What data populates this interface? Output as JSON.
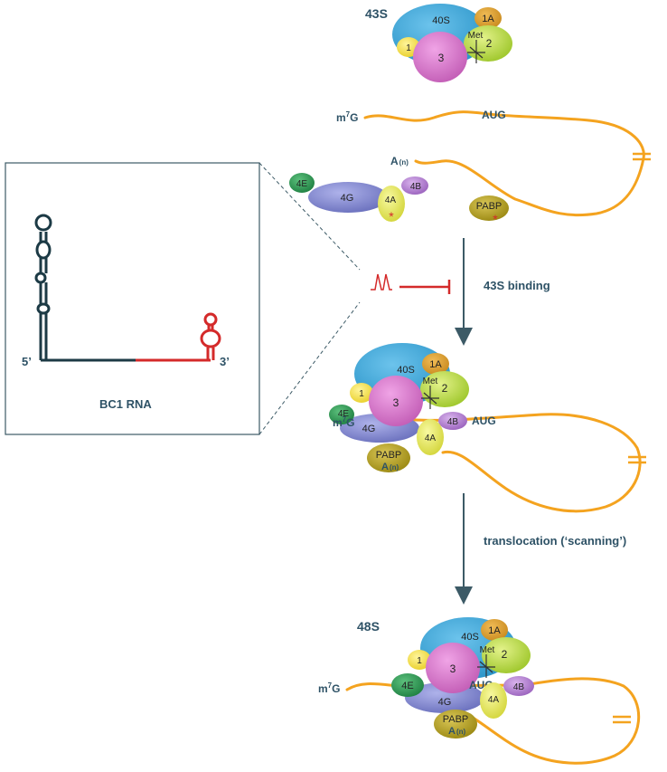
{
  "labels": {
    "stage_43s": "43S",
    "stage_48s": "48S",
    "bc1_rna": "BC1 RNA",
    "five_prime": "5’",
    "three_prime": "3’",
    "cap": "m",
    "cap_sup": "7",
    "cap_g": "G",
    "aug": "AUG",
    "poly_a": "A",
    "poly_a_n": "(n)",
    "met": "Met",
    "step_binding": "43S binding",
    "step_scanning": "translocation (‘scanning’)"
  },
  "factors": {
    "f40s": "40S",
    "f1a": "1A",
    "f1": "1",
    "f2": "2",
    "f3": "3",
    "f4e": "4E",
    "f4g": "4G",
    "f4a": "4A",
    "f4b": "4B",
    "pabp": "PABP"
  },
  "colors": {
    "mrna": "#f4a31f",
    "f40s": "#3aa7d8",
    "f3": "#d66fc8",
    "f1a": "#d99a2a",
    "f2": "#b5d93a",
    "f1": "#f5e14a",
    "f4e": "#2f9a55",
    "f4g": "#7d82cc",
    "f4a": "#e8ea55",
    "f4b": "#b07bd0",
    "pabp": "#b6a21f",
    "bc1_stem": "#1c3a45",
    "bc1_3p": "#d42a2a",
    "text_dark": "#2e5266",
    "arrow": "#3c5a66",
    "inhibit": "#d42a2a"
  }
}
